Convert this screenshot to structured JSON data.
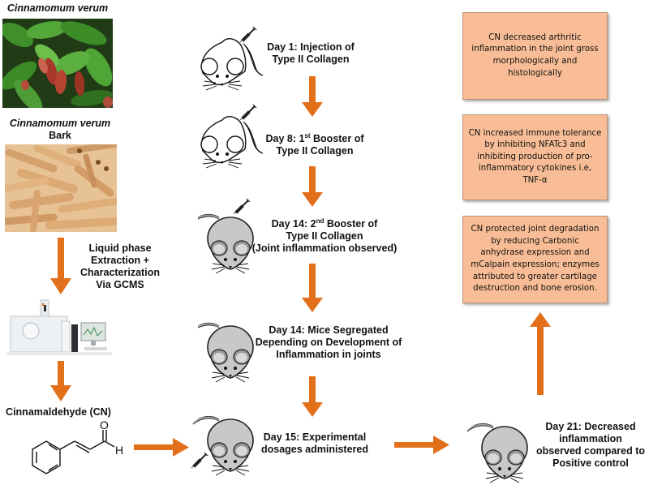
{
  "left_column": {
    "plant_title": "Cinnamomum verum",
    "bark_title": "Cinnamomum verum",
    "bark_subtitle": "Bark",
    "extraction_label": [
      "Liquid phase",
      "Extraction +",
      "Characterization",
      "Via GCMS"
    ],
    "compound_name": "Cinnamaldehyde (CN)",
    "compound_atoms": {
      "oxygen": "O",
      "hydrogen": "H"
    }
  },
  "timeline": [
    {
      "day": "Day 1: Injection of",
      "line2": "Type II Collagen",
      "mouse": "white",
      "syringe": true
    },
    {
      "day_prefix": "Day 8: 1",
      "sup": "st",
      "day_suffix": " Booster of",
      "line2": "Type II Collagen",
      "mouse": "white",
      "syringe": true
    },
    {
      "day_prefix": "Day 14: 2",
      "sup": "nd",
      "day_suffix": " Booster of",
      "line2": "Type II Collagen",
      "line3": "(Joint inflammation observed)",
      "mouse": "gray",
      "syringe": true
    },
    {
      "day": "Day 14: Mice Segregated",
      "line2": "Depending on Development of",
      "line3": "Inflammation in joints",
      "mouse": "gray",
      "syringe": false
    },
    {
      "day": "Day 15: Experimental",
      "line2": "dosages administered",
      "mouse": "gray",
      "syringe": true
    },
    {
      "day": "Day 21: Decreased",
      "line2": "inflammation",
      "line3": "observed compared to",
      "line4": "Positive control",
      "mouse": "gray",
      "syringe": false
    }
  ],
  "findings": [
    {
      "text": "CN decreased arthritic inflammation in the joint gross morphologically and histologically"
    },
    {
      "text": "CN increased immune tolerance by inhibiting NFATc3 and inhibiting production of pro-inflammatory cytokines i.e, TNF-α"
    },
    {
      "text": "CN protected joint degradation by reducing Carbonic anhydrase expression and mCalpain expression; enzymes attributed to greater cartilage destruction and bone erosion."
    }
  ],
  "colors": {
    "arrow": "#e2701a",
    "finding_box": "#f8bd96",
    "mouse_gray": "#c8c8c8",
    "mouse_white": "#ffffff"
  }
}
